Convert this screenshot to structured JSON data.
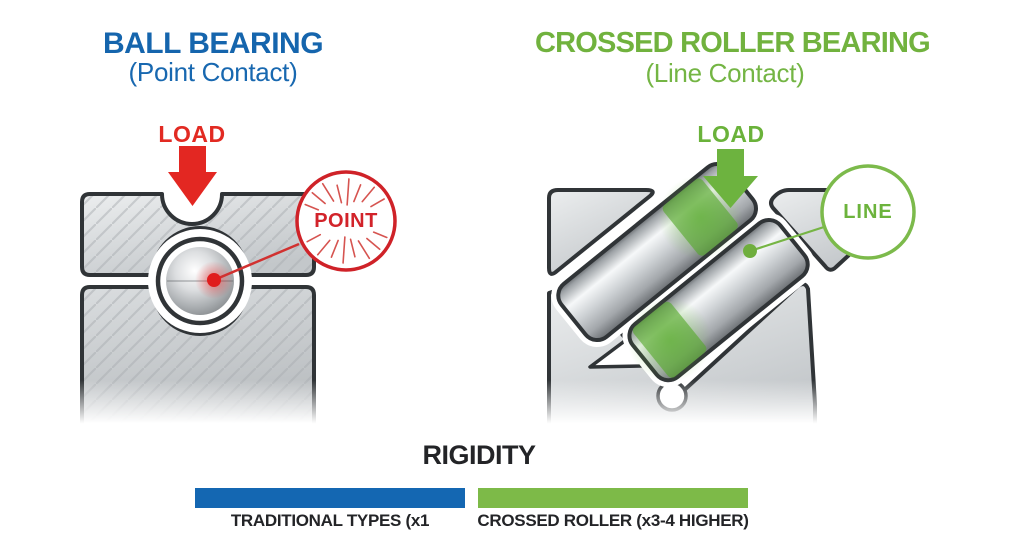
{
  "left_panel": {
    "title": "BALL BEARING",
    "subtitle": "(Point Contact)",
    "load_label": "LOAD",
    "contact_label": "POINT",
    "accent_color": "#1565ad",
    "load_color": "#e22a22"
  },
  "right_panel": {
    "title": "CROSSED ROLLER BEARING",
    "subtitle": "(Line Contact)",
    "load_label": "LOAD",
    "contact_label": "LINE",
    "accent_color": "#71b23e",
    "load_color": "#6ab23a"
  },
  "rigidity_section": {
    "heading": "RIGIDITY",
    "bars": [
      {
        "label": "TRADITIONAL TYPES (x1",
        "color": "#1467b2"
      },
      {
        "label": "CROSSED ROLLER (x3-4 HIGHER)",
        "color": "#7dba48"
      }
    ]
  }
}
